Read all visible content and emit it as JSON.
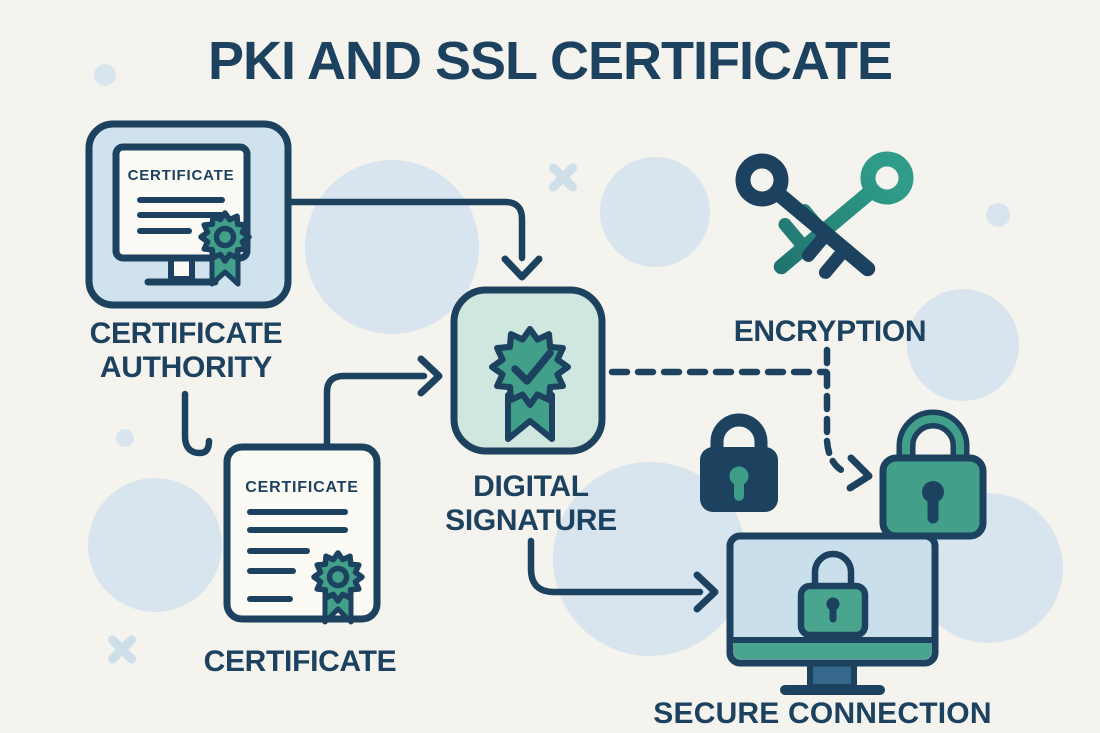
{
  "title": "PKI AND SSL CERTIFICATE",
  "nodes": {
    "certificate_authority": {
      "label": "CERTIFICATE AUTHORITY",
      "document_title": "CERTIFICATE"
    },
    "certificate": {
      "label": "CERTIFICATE",
      "document_title": "CERTIFICATE"
    },
    "digital_signature": {
      "label": "DIGITAL SIGNATURE"
    },
    "encryption": {
      "label": "ENCRYPTION"
    },
    "secure_connection": {
      "label": "SECURE CONNECTION"
    }
  },
  "icons": {
    "certificate_authority": "monitor-with-certificate-icon",
    "certificate": "certificate-document-icon",
    "digital_signature": "ribbon-badge-check-icon",
    "encryption": "crossed-keys-icon",
    "padlock_dark": "closed-padlock-dark-icon",
    "padlock_teal": "closed-padlock-teal-icon",
    "secure_connection": "monitor-with-padlock-icon"
  },
  "connections": [
    {
      "from": "certificate_authority",
      "to": "digital_signature",
      "style": "solid-arrow"
    },
    {
      "from": "certificate_authority",
      "to": "certificate",
      "style": "solid-line"
    },
    {
      "from": "certificate",
      "to": "digital_signature",
      "style": "solid-arrow"
    },
    {
      "from": "digital_signature",
      "to": "encryption",
      "style": "dashed-line"
    },
    {
      "from": "encryption",
      "to": "padlock_teal",
      "style": "dashed-arrow"
    },
    {
      "from": "digital_signature",
      "to": "secure_connection",
      "style": "solid-arrow"
    }
  ],
  "colors": {
    "background": "#f5f3ed",
    "navy": "#1c4260",
    "teal": "#42a08a",
    "teal_dark": "#2d8b7b",
    "light_blue_fill": "#cfe2ee",
    "light_green_fill": "#cfe7df",
    "screen_blue": "#cadfec",
    "decor_blue": "#d9e5ee"
  }
}
